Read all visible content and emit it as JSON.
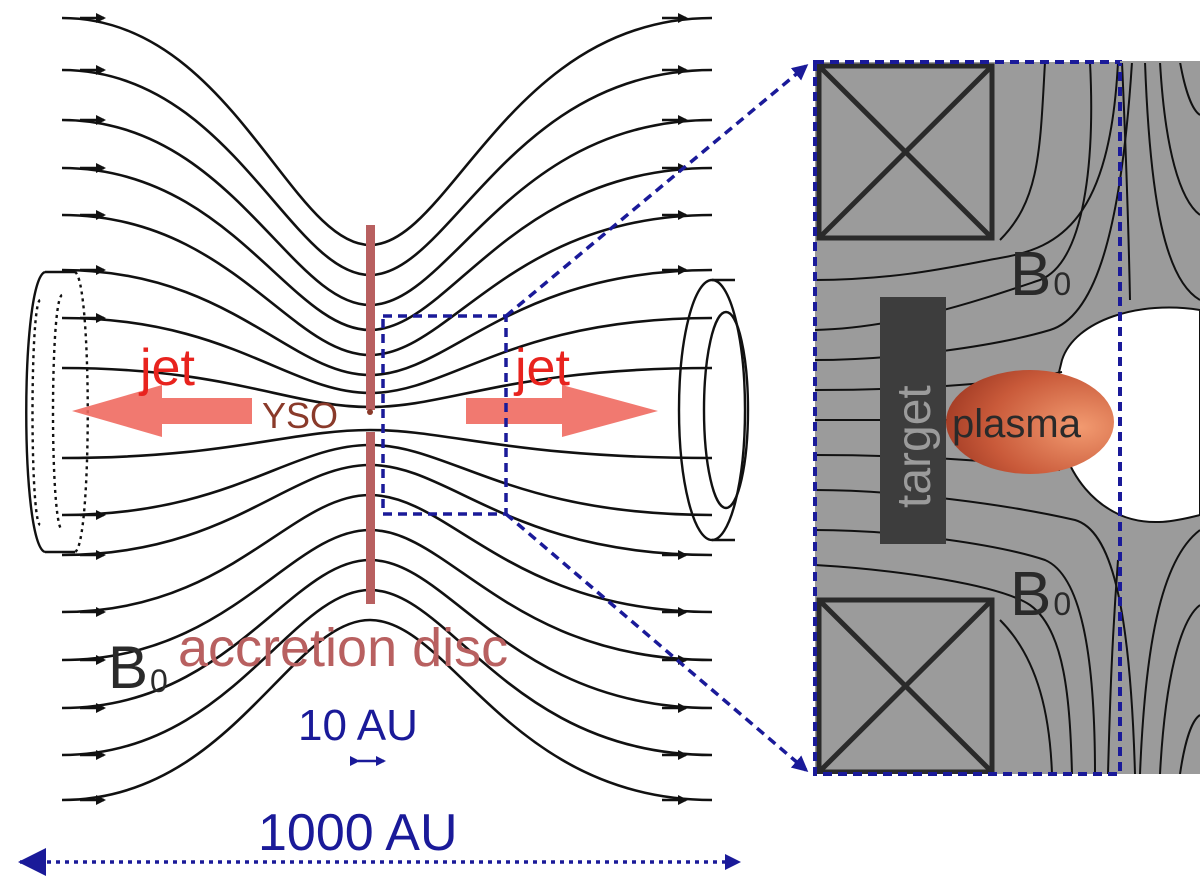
{
  "labels": {
    "jet_left": "jet",
    "jet_right": "jet",
    "yso": "YSO",
    "b0_main": "B",
    "b0_main_sub": "0",
    "accretion_disc": "accretion disc",
    "scale_small": "10 AU",
    "scale_large": "1000 AU",
    "b0_inset_top": "B",
    "b0_inset_top_sub": "0",
    "b0_inset_bottom": "B",
    "b0_inset_bottom_sub": "0",
    "target": "target",
    "plasma": "plasma"
  },
  "colors": {
    "field_line": "#111111",
    "jet_text": "#e8231e",
    "jet_arrow": "#ef6a60",
    "disc": "#b86060",
    "scale": "#1a1a99",
    "inset_bg": "#9b9b9b",
    "target": "#3d3d3d",
    "plasma_dark": "#a83d27",
    "plasma_light": "#ef8a62"
  }
}
